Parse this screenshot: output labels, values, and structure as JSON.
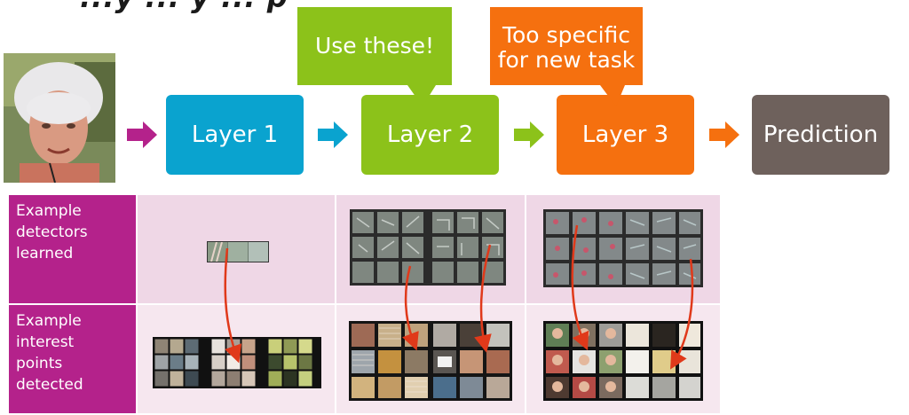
{
  "header": {
    "title_fragment": "...y ... y ... p"
  },
  "callouts": {
    "use_these": "Use these!",
    "too_specific_line1": "Too specific",
    "too_specific_line2": "for new task"
  },
  "pipeline": {
    "layer1": "Layer 1",
    "layer2": "Layer 2",
    "layer3": "Layer 3",
    "prediction": "Prediction"
  },
  "table": {
    "row1_label": [
      "Example",
      "detectors",
      "learned"
    ],
    "row2_label": [
      "Example",
      "interest",
      "points",
      "detected"
    ]
  },
  "colors": {
    "layer1": "#0aa3cf",
    "layer2": "#8cc21a",
    "layer3": "#f5700f",
    "prediction": "#6e615c",
    "magenta": "#b4228b",
    "cell_light": "#efd7e6",
    "cell_lighter": "#f6e7ef",
    "red_arrow": "#e0391a"
  }
}
